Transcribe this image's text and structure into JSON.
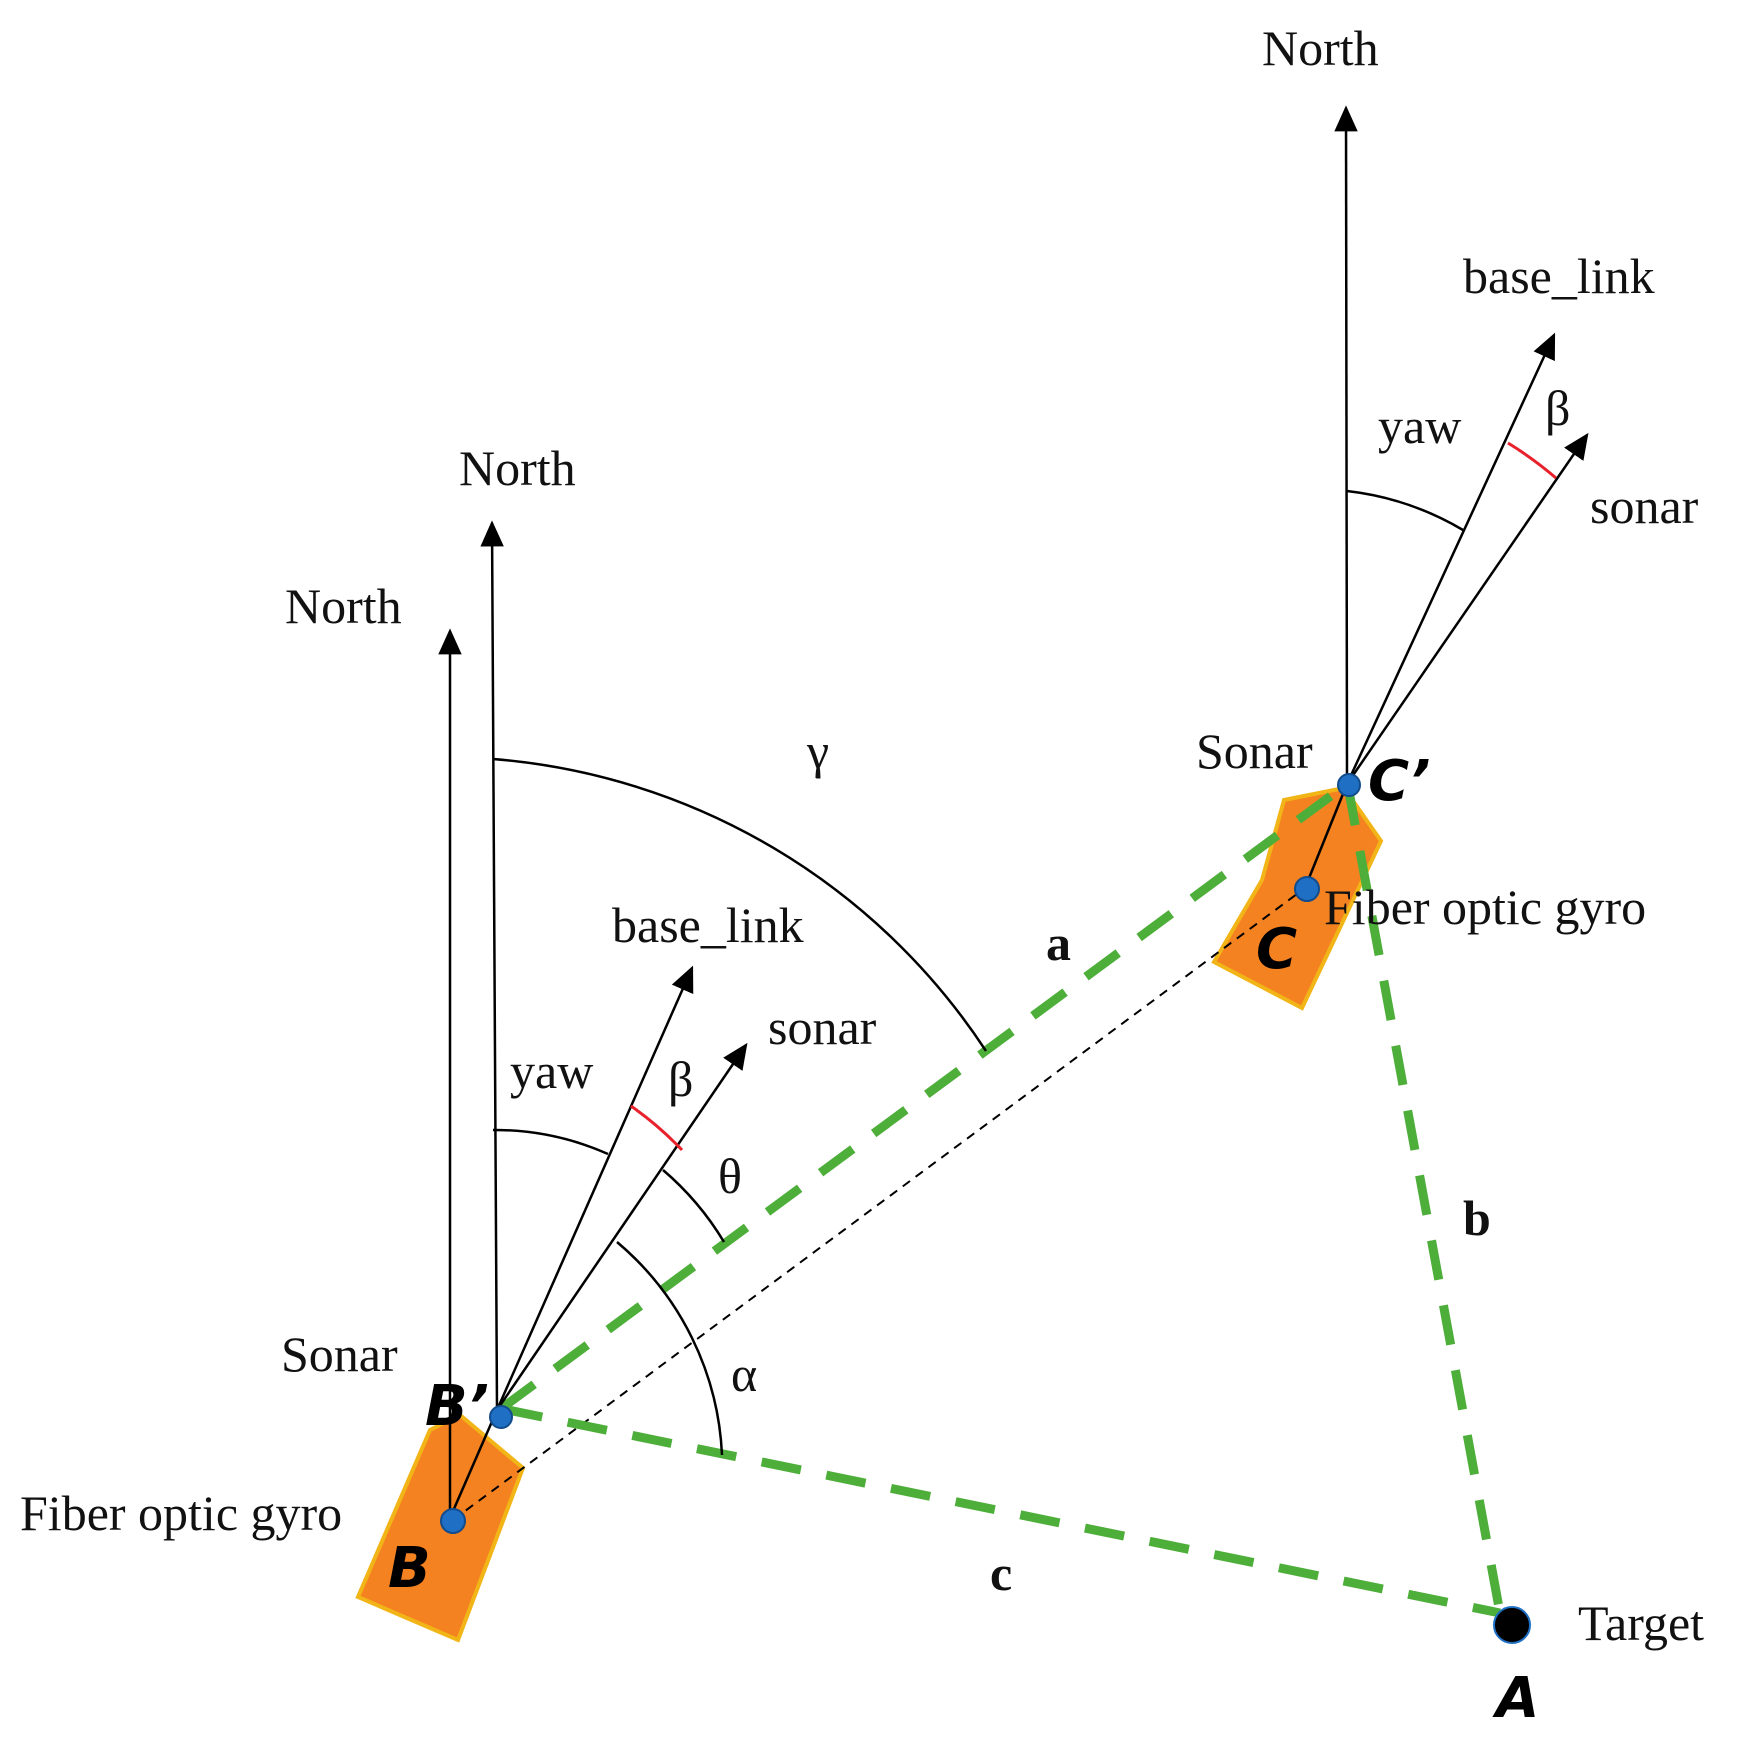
{
  "labels": {
    "north": "North",
    "base_link": "base_link",
    "sonar": "sonar",
    "yaw": "yaw",
    "beta": "β",
    "gamma": "γ",
    "theta": "θ",
    "alpha": "α",
    "sonar_device": "Sonar",
    "fiber_optic_gyro": "Fiber optic gyro",
    "target": "Target",
    "side_a": "a",
    "side_b": "b",
    "side_c": "c",
    "point_a": "A",
    "point_b": "B",
    "point_b_prime": "B’",
    "point_c": "C",
    "point_c_prime": "C’"
  },
  "colors": {
    "ship_fill": "#F58220",
    "ship_edge": "#F2B517",
    "dashed_triangle": "#4EAE3A",
    "beta_arc": "#E8212C",
    "point_dot": "#1F6FC4",
    "target_dot": "#000000"
  }
}
